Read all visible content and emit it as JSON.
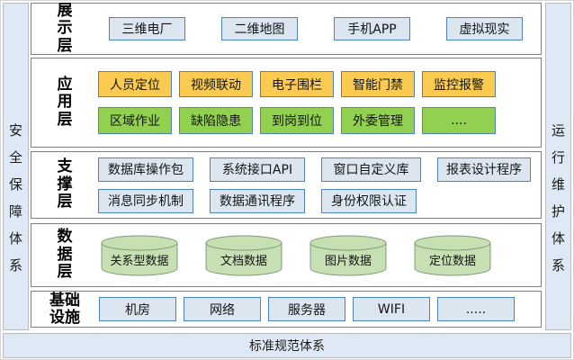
{
  "sidebars": {
    "left": "安全保障体系",
    "right": "运行维护体系"
  },
  "footer": {
    "label": "标准规范体系"
  },
  "colors": {
    "bar_fill": "#dfe9f5",
    "bar_border": "#b6bcc2",
    "panel_border": "#7f7f7f",
    "blue_fill": "#dce6f1",
    "blue_border": "#4f81bd",
    "yellow_fill": "#fbca50",
    "green_fill": "#92d050",
    "cylinder_fill": "#c6e0b4",
    "cylinder_border": "#839b78"
  },
  "layers": [
    {
      "id": "presentation",
      "label": "展示层",
      "vertical": true,
      "rows": [
        {
          "style": "blue",
          "items": [
            "三维电厂",
            "二维地图",
            "手机APP",
            "虚拟现实"
          ]
        }
      ]
    },
    {
      "id": "application",
      "label": "应用层",
      "vertical": true,
      "rows": [
        {
          "style": "yellow",
          "items": [
            "人员定位",
            "视频联动",
            "电子围栏",
            "智能门禁",
            "监控报警"
          ]
        },
        {
          "style": "green",
          "items": [
            "区域作业",
            "缺陷隐患",
            "到岗到位",
            "外委管理",
            "...."
          ]
        }
      ]
    },
    {
      "id": "support",
      "label": "支撑层",
      "vertical": true,
      "rows": [
        {
          "style": "blue",
          "items": [
            "数据库操作包",
            "系统接口API",
            "窗口自定义库",
            "报表设计程序"
          ]
        },
        {
          "style": "blue",
          "items": [
            "消息同步机制",
            "数据通讯程序",
            "身份权限认证"
          ]
        }
      ]
    },
    {
      "id": "data",
      "label": "数据层",
      "vertical": true,
      "rows": [
        {
          "style": "cylinder",
          "items": [
            "关系型数据",
            "文档数据",
            "图片数据",
            "定位数据"
          ]
        }
      ]
    },
    {
      "id": "infrastructure",
      "label": "基础设施",
      "vertical": false,
      "rows": [
        {
          "style": "blue",
          "items": [
            "机房",
            "网络",
            "服务器",
            "WIFI",
            "....."
          ]
        }
      ]
    }
  ]
}
